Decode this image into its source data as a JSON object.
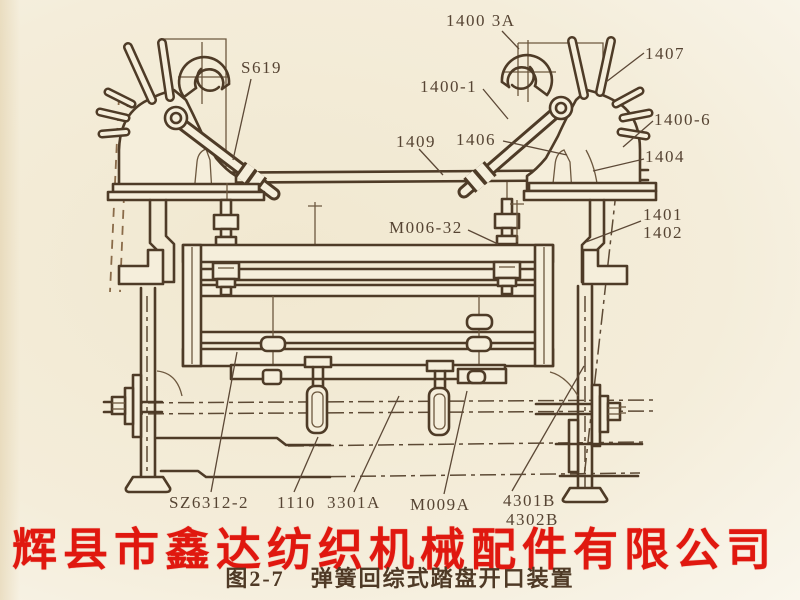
{
  "colors": {
    "ink": "#4e3b27",
    "label": "#564433",
    "stamp_red": "#e0180f",
    "caption": "#4f3a26",
    "paper": "#f3ecd9"
  },
  "part_labels": {
    "s619": "S619",
    "n1400_3a": "1400 3A",
    "n1407": "1407",
    "n1400_1": "1400-1",
    "n1400_6": "1400-6",
    "n1409": "1409",
    "n1406": "1406",
    "n1404": "1404",
    "n1401": "1401",
    "n1402": "1402",
    "m006_32": "M006-32",
    "sz6312_2": "SZ6312-2",
    "n1110": "1110",
    "n3301a": "3301A",
    "m009a": "M009A",
    "n4301b": "4301B",
    "n4302b": "4302B"
  },
  "watermark": {
    "company": "辉县市鑫达纺织机械配件有限公司"
  },
  "caption": {
    "figure_no": "图2-7",
    "title": "弹簧回综式踏盘开口装置"
  }
}
